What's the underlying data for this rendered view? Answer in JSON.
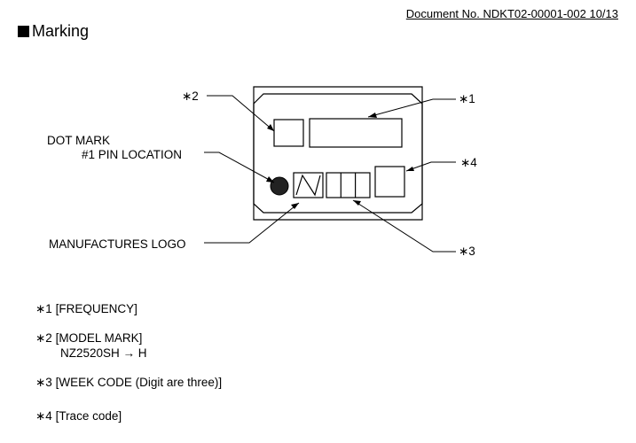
{
  "header": {
    "document_no": "Document No. NDKT02-00001-002 10/13"
  },
  "section": {
    "title": "Marking"
  },
  "diagram": {
    "labels": {
      "dot_mark": "DOT MARK",
      "pin_location": "#1 PIN LOCATION",
      "manufacturer_logo": "MANUFACTURES LOGO"
    },
    "refs": {
      "r1": "∗1",
      "r2": "∗2",
      "r3": "∗3",
      "r4": "∗4"
    }
  },
  "notes": {
    "n1": "∗1 [FREQUENCY]",
    "n2": "∗2 [MODEL  MARK]",
    "n2_sub": "NZ2520SH → H",
    "n3": "∗3 [WEEK  CODE (Digit are three)]",
    "n4": "∗4 [Trace code]"
  }
}
